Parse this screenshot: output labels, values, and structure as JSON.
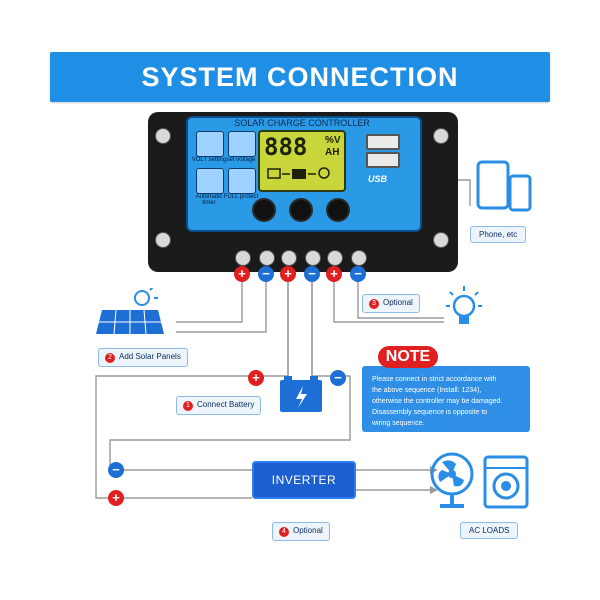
{
  "banner": {
    "title": "SYSTEM CONNECTION"
  },
  "controller": {
    "title": "SOLAR CHARGE CONTROLLER",
    "lcd": {
      "digits": "888",
      "unit_top": "%V",
      "unit_bottom": "AH"
    },
    "icons": [
      {
        "name": "volt-setting-icon",
        "label": "VOLT setting"
      },
      {
        "name": "set-voltage-icon",
        "label": "set voltage"
      },
      {
        "name": "automatic-timer-icon",
        "label": "Automatic timer"
      },
      {
        "name": "full-protect-icon",
        "label": "FULL protect"
      }
    ],
    "usb_label": "USB"
  },
  "labels": {
    "phone": "Phone, etc",
    "optional_load": {
      "num": "3",
      "text": "Optional"
    },
    "solar": {
      "num": "2",
      "text": "Add Solar Panels"
    },
    "battery": {
      "num": "1",
      "text": "Connect Battery"
    },
    "optional_inverter": {
      "num": "4",
      "text": "Optional"
    },
    "ac_loads": "AC LOADS"
  },
  "note": {
    "title": "NOTE",
    "lines": [
      "Please connect in strict accordance with",
      "the above sequence (Install: 1234),",
      "otherwise the controller may be damaged.",
      "Disassembly sequence is opposite to",
      "wiring sequence."
    ]
  },
  "inverter": {
    "label": "INVERTER"
  },
  "terminals": {
    "plus": "+",
    "minus": "−"
  },
  "colors": {
    "banner": "#1f8fe6",
    "red": "#e02020",
    "blue": "#1d6fd6",
    "wire": "#8a8a8a"
  }
}
